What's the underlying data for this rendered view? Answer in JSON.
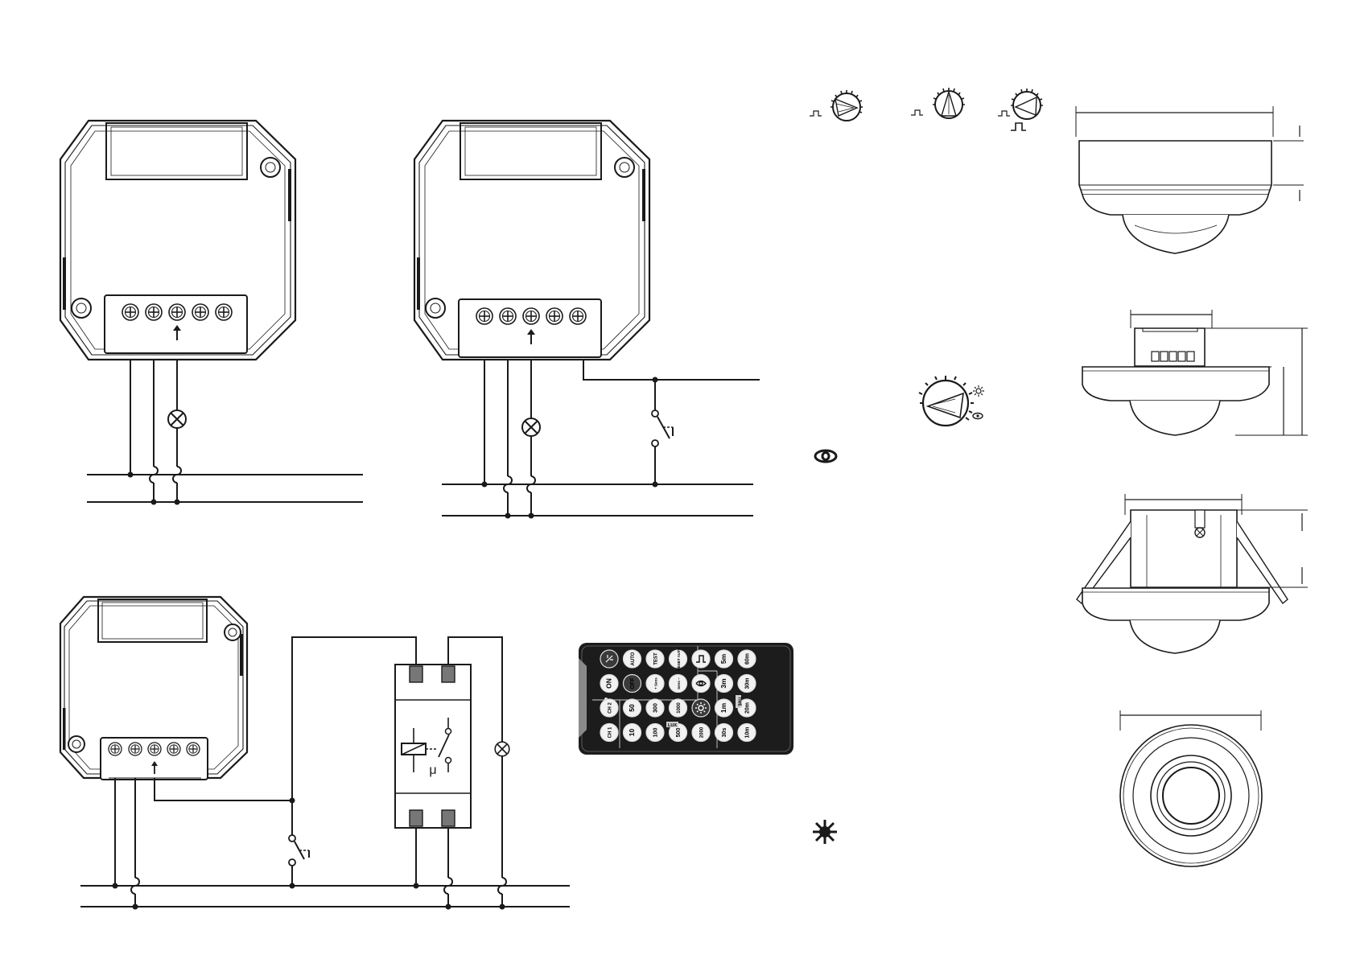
{
  "remote": {
    "buttons": [
      {
        "id": "manual",
        "label": "",
        "col": 0,
        "row": 0,
        "fill": "dark"
      },
      {
        "id": "auto",
        "label": "AUTO",
        "col": 1,
        "row": 0,
        "fill": "light"
      },
      {
        "id": "test",
        "label": "TEST",
        "col": 2,
        "row": 0,
        "fill": "light"
      },
      {
        "id": "reset",
        "label": "RESET AUTO",
        "col": 3,
        "row": 0,
        "fill": "light"
      },
      {
        "id": "pulse",
        "label": "",
        "col": 4,
        "row": 0,
        "fill": "light",
        "icon": "pulse-icon"
      },
      {
        "id": "t5m",
        "label": "5m",
        "col": 5,
        "row": 0,
        "fill": "light"
      },
      {
        "id": "t60m",
        "label": "60m",
        "col": 6,
        "row": 0,
        "fill": "light"
      },
      {
        "id": "on",
        "label": "ON",
        "col": 0,
        "row": 1,
        "fill": "light"
      },
      {
        "id": "off",
        "label": "OFF",
        "col": 1,
        "row": 1,
        "fill": "dark"
      },
      {
        "id": "sens_plus",
        "label": "+ Sens",
        "col": 2,
        "row": 1,
        "fill": "light"
      },
      {
        "id": "sens_minus",
        "label": "Sens −",
        "col": 3,
        "row": 1,
        "fill": "light"
      },
      {
        "id": "eye",
        "label": "",
        "col": 4,
        "row": 1,
        "fill": "light",
        "icon": "eye-icon"
      },
      {
        "id": "t3m",
        "label": "3m",
        "col": 5,
        "row": 1,
        "fill": "light"
      },
      {
        "id": "t30m",
        "label": "30m",
        "col": 6,
        "row": 1,
        "fill": "light"
      },
      {
        "id": "ch2",
        "label": "CH 2",
        "col": 0,
        "row": 2,
        "fill": "light"
      },
      {
        "id": "l50",
        "label": "50",
        "col": 1,
        "row": 2,
        "fill": "light"
      },
      {
        "id": "l300",
        "label": "300",
        "col": 2,
        "row": 2,
        "fill": "light"
      },
      {
        "id": "l1000",
        "label": "1000",
        "col": 3,
        "row": 2,
        "fill": "light"
      },
      {
        "id": "sun",
        "label": "",
        "col": 4,
        "row": 2,
        "fill": "dark",
        "icon": "sun-icon"
      },
      {
        "id": "t1m",
        "label": "1m",
        "col": 5,
        "row": 2,
        "fill": "light"
      },
      {
        "id": "t20m",
        "label": "20m",
        "col": 6,
        "row": 2,
        "fill": "light"
      },
      {
        "id": "ch1",
        "label": "CH 1",
        "col": 0,
        "row": 3,
        "fill": "light"
      },
      {
        "id": "l10",
        "label": "10",
        "col": 1,
        "row": 3,
        "fill": "light"
      },
      {
        "id": "l100",
        "label": "100",
        "col": 2,
        "row": 3,
        "fill": "light"
      },
      {
        "id": "l500",
        "label": "500",
        "col": 3,
        "row": 3,
        "fill": "light"
      },
      {
        "id": "l2000",
        "label": "2000",
        "col": 4,
        "row": 3,
        "fill": "light"
      },
      {
        "id": "t30s",
        "label": "30s",
        "col": 5,
        "row": 3,
        "fill": "light"
      },
      {
        "id": "t10m",
        "label": "10m",
        "col": 6,
        "row": 3,
        "fill": "light"
      }
    ],
    "lux_tag": "LUX",
    "time_tag": "TIME"
  },
  "relay": {
    "mu_symbol": "μ"
  },
  "colors": {
    "line": "#1a1a1a",
    "remote_body": "#1c1c1c",
    "terminal_fill": "#777777"
  }
}
